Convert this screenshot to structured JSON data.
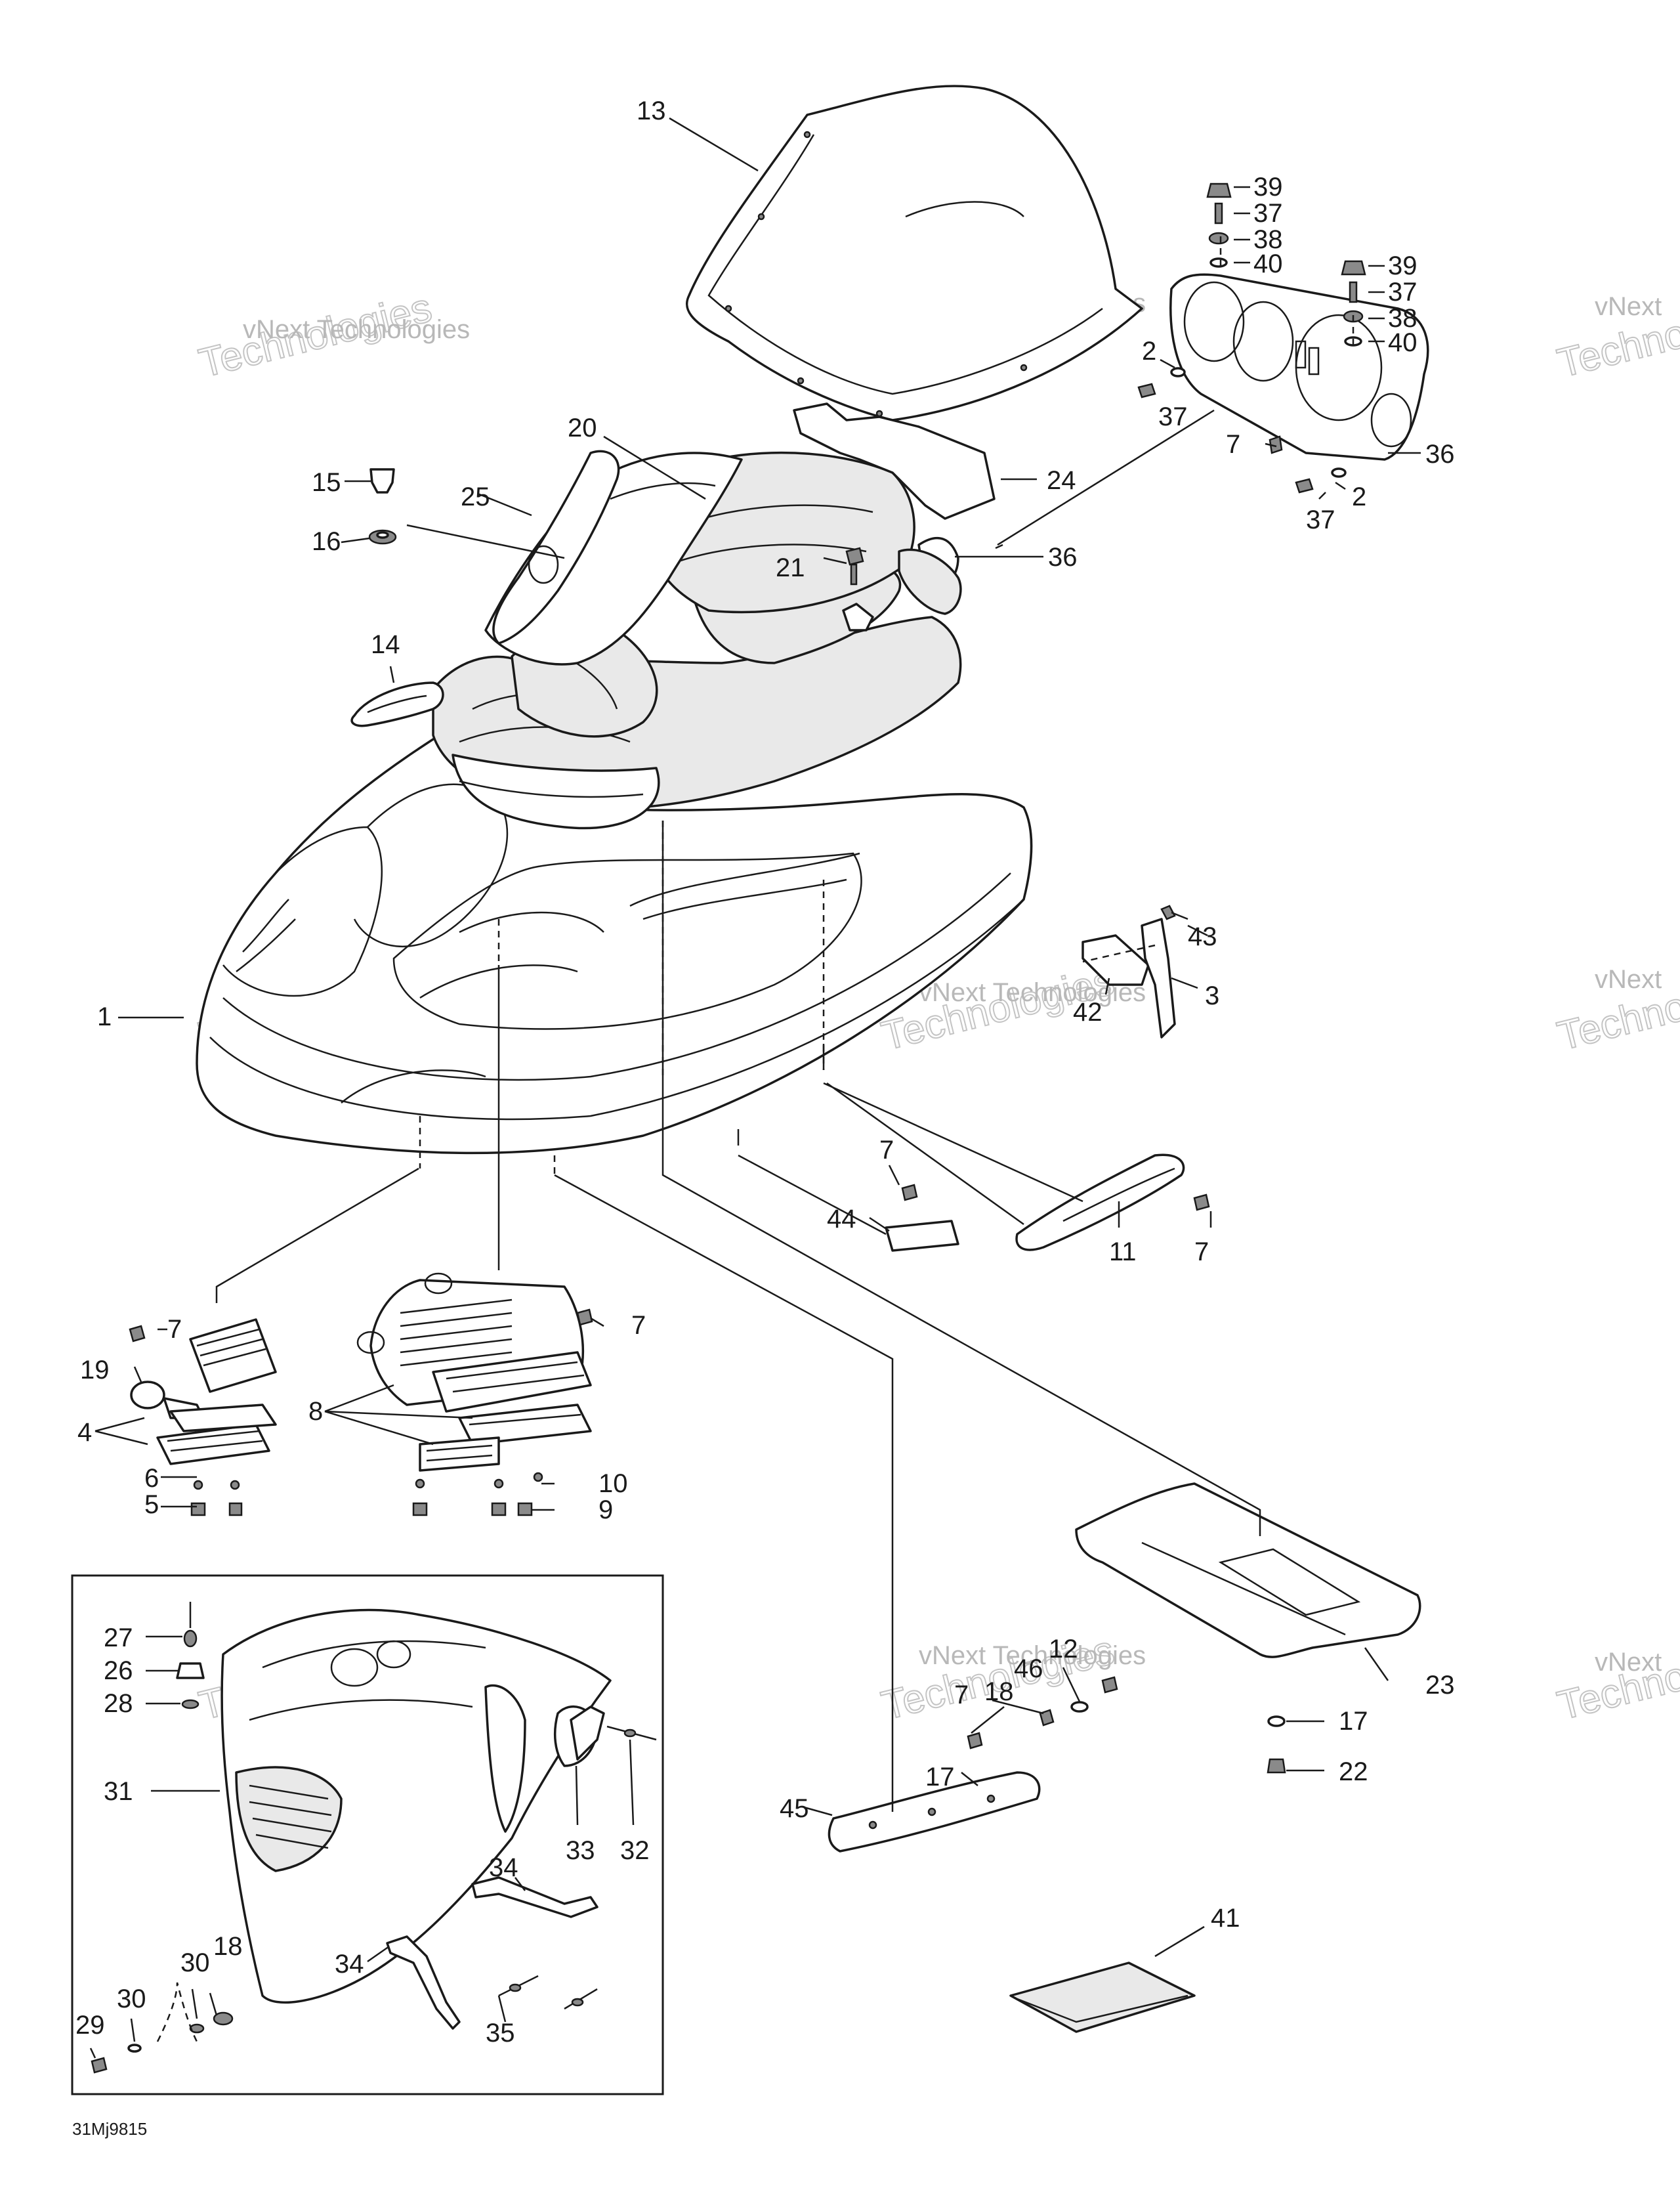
{
  "document": {
    "code": "31Mj9815"
  },
  "watermark": {
    "line1": "vNext Technologies",
    "line2": "vNext",
    "line3": "Technologies"
  },
  "callouts": {
    "c1": "1",
    "c2": "2",
    "c3": "3",
    "c4": "4",
    "c5": "5",
    "c6": "6",
    "c7": "7",
    "c8": "8",
    "c9": "9",
    "c10": "10",
    "c11": "11",
    "c12": "12",
    "c13": "13",
    "c14": "14",
    "c15": "15",
    "c16": "16",
    "c17": "17",
    "c18": "18",
    "c19": "19",
    "c20": "20",
    "c21": "21",
    "c22": "22",
    "c23": "23",
    "c24": "24",
    "c25": "25",
    "c26": "26",
    "c27": "27",
    "c28": "28",
    "c29": "29",
    "c30": "30",
    "c31": "31",
    "c32": "32",
    "c33": "33",
    "c34": "34",
    "c35": "35",
    "c36": "36",
    "c37": "37",
    "c38": "38",
    "c39": "39",
    "c40": "40",
    "c41": "41",
    "c42": "42",
    "c43": "43",
    "c44": "44",
    "c45": "45",
    "c46": "46"
  }
}
